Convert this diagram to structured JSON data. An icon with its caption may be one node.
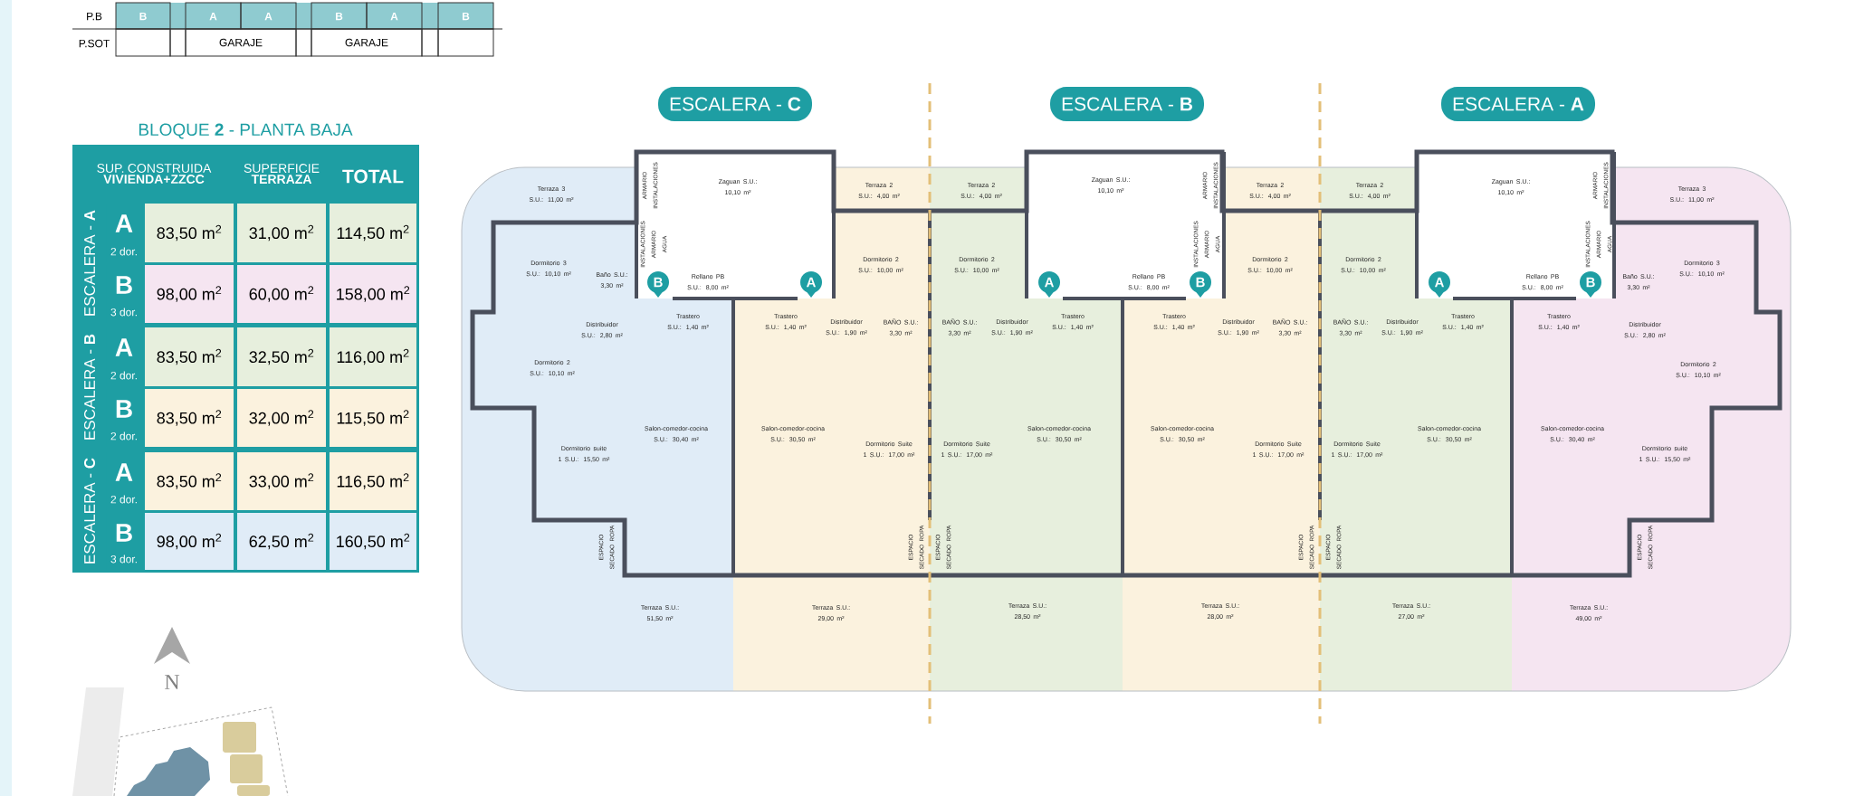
{
  "diagram": {
    "title": "BLOQUE **2** - PLANTA BAJA",
    "nodes": [
      {
        "text": [
          "ESCALERA - **C**"
        ]
      },
      {
        "text": [
          "ESCALERA - **B**"
        ]
      },
      {
        "text": [
          "ESCALERA - **A**"
        ]
      },
      {
        "text": [
          "B"
        ]
      },
      {
        "text": [
          "A"
        ]
      },
      {
        "text": [
          "A"
        ]
      },
      {
        "text": [
          "B"
        ]
      },
      {
        "text": [
          "A"
        ]
      },
      {
        "text": [
          "B"
        ]
      }
    ],
    "labels": [
      "P.B",
      "B",
      "A",
      "A",
      "B",
      "A",
      "B",
      "P.SOT",
      "GARAJE",
      "GARAJE",
      "SUP. CONSTRUIDA **VIVIENDA+ZZCC**",
      "SUPERFICIE **TERRAZA**",
      "TOTAL",
      "ESCALERA - **A**",
      "A",
      "2 dor.",
      "83,50 m$^{2}$",
      "31,00 m$^{2}$",
      "114,50 m$^{2}$",
      "B",
      "3 dor.",
      "98,00 m$^{2}$",
      "60,00 m$^{2}$",
      "158,00 m$^{2}$",
      "ESCALERA - **B**",
      "A",
      "2 dor.",
      "83,50 m$^{2}$",
      "32,50 m$^{2}$",
      "116,00 m$^{2}$",
      "B",
      "2 dor.",
      "83,50 m$^{2}$",
      "32,00 m$^{2}$",
      "115,50 m$^{2}$",
      "ESCALERA - **C**",
      "A",
      "2 dor.",
      "83,50 m$^{2}$",
      "33,00 m$^{2}$",
      "116,50 m$^{2}$",
      "B",
      "3 dor.",
      "98,00 m$^{2}$",
      "62,50 m$^{2}$",
      "160,50 m$^{2}$",
      "N",
      "ARMARIO INSTALACIONES",
      "Zaguan S.U.: 10,10 m²",
      "INSTALACIONES ARMARIO AGUA",
      "Rellano PB S.U.: 8,00 m²",
      "Terraza 3 S.U.: 11,00 m²",
      "Dormitorio 3 S.U.: 10,10 m²",
      "Baño S.U.: 3,30 m²",
      "Distribuidor S.U.: 2,80 m²",
      "Trastero S.U.: 1,40 m²",
      "Dormitorio 2 S.U.: 10,10 m²",
      "Salon-comedor-cocina S.U.: 30,40 m²",
      "Dormitorio suite 1 S.U.: 15,50 m²",
      "ESPACIO SECADO ROPA",
      "Terraza S.U.: 51,50 m²",
      "Terraza 2 S.U.: 4,00 m²",
      "Dormitorio 2 S.U.: 10,00 m²",
      "Trastero S.U.: 1,40 m²",
      "Distribuidor S.U.: 1,90 m²",
      "BAÑO S.U.: 3,30 m²",
      "Salon-comedor-cocina S.U.: 30,50 m²",
      "Dormitorio Suite 1 S.U.: 17,00 m²",
      "ESPACIO SECADO ROPA",
      "Terraza S.U.: 29,00 m²",
      "Terraza 2 S.U.: 4,00 m²",
      "Dormitorio 2 S.U.: 10,00 m²",
      "BAÑO S.U.: 3,30 m²",
      "Distribuidor S.U.: 1,90 m²",
      "Trastero S.U.: 1,40 m²",
      "Salon-comedor-cocina S.U.: 30,50 m²",
      "Dormitorio Suite 1 S.U.: 17,00 m²",
      "ESPACIO SECADO ROPA",
      "Terraza S.U.: 28,50 m²",
      "ARMARIO INSTALACIONES",
      "Zaguan S.U.: 10,10 m²",
      "INSTALACIONES ARMARIO AGUA",
      "Rellano PB S.U.: 8,00 m²",
      "Terraza 2 S.U.: 4,00 m²",
      "Dormitorio 2 S.U.: 10,00 m²",
      "Trastero S.U.: 1,40 m²",
      "Distribuidor S.U.: 1,90 m²",
      "BAÑO S.U.: 3,30 m²",
      "Salon-comedor-cocina S.U.: 30,50 m²",
      "Dormitorio Suite 1 S.U.: 17,00 m²",
      "ESPACIO SECADO ROPA",
      "Terraza S.U.: 28,00 m²",
      "Terraza 2 S.U.: 4,00 m²",
      "Dormitorio 2 S.U.: 10,00 m²",
      "BAÑO S.U.: 3,30 m²",
      "Distribuidor S.U.: 1,90 m²",
      "Trastero S.U.: 1,40 m²",
      "Salon-comedor-cocina S.U.: 30,50 m²",
      "Dormitorio Suite 1 S.U.: 17,00 m²",
      "ESPACIO SECADO ROPA",
      "Terraza S.U.: 27,00 m²",
      "ARMARIO INSTALACIONES",
      "Zaguan S.U.: 10,10 m²",
      "INSTALACIONES ARMARIO AGUA",
      "Rellano PB S.U.: 8,00 m²",
      "Terraza 3 S.U.: 11,00 m²",
      "Baño S.U.: 3,30 m²",
      "Dormitorio 3 S.U.: 10,10 m²",
      "Trastero S.U.: 1,40 m²",
      "Distribuidor S.U.: 2,80 m²",
      "Dormitorio 2 S.U.: 10,10 m²",
      "Salon-comedor-cocina S.U.: 30,40 m²",
      "Dormitorio suite 1 S.U.: 15,50 m²",
      "ESPACIO SECADO ROPA",
      "Terraza S.U.: 49,00 m²"
    ]
  }
}
